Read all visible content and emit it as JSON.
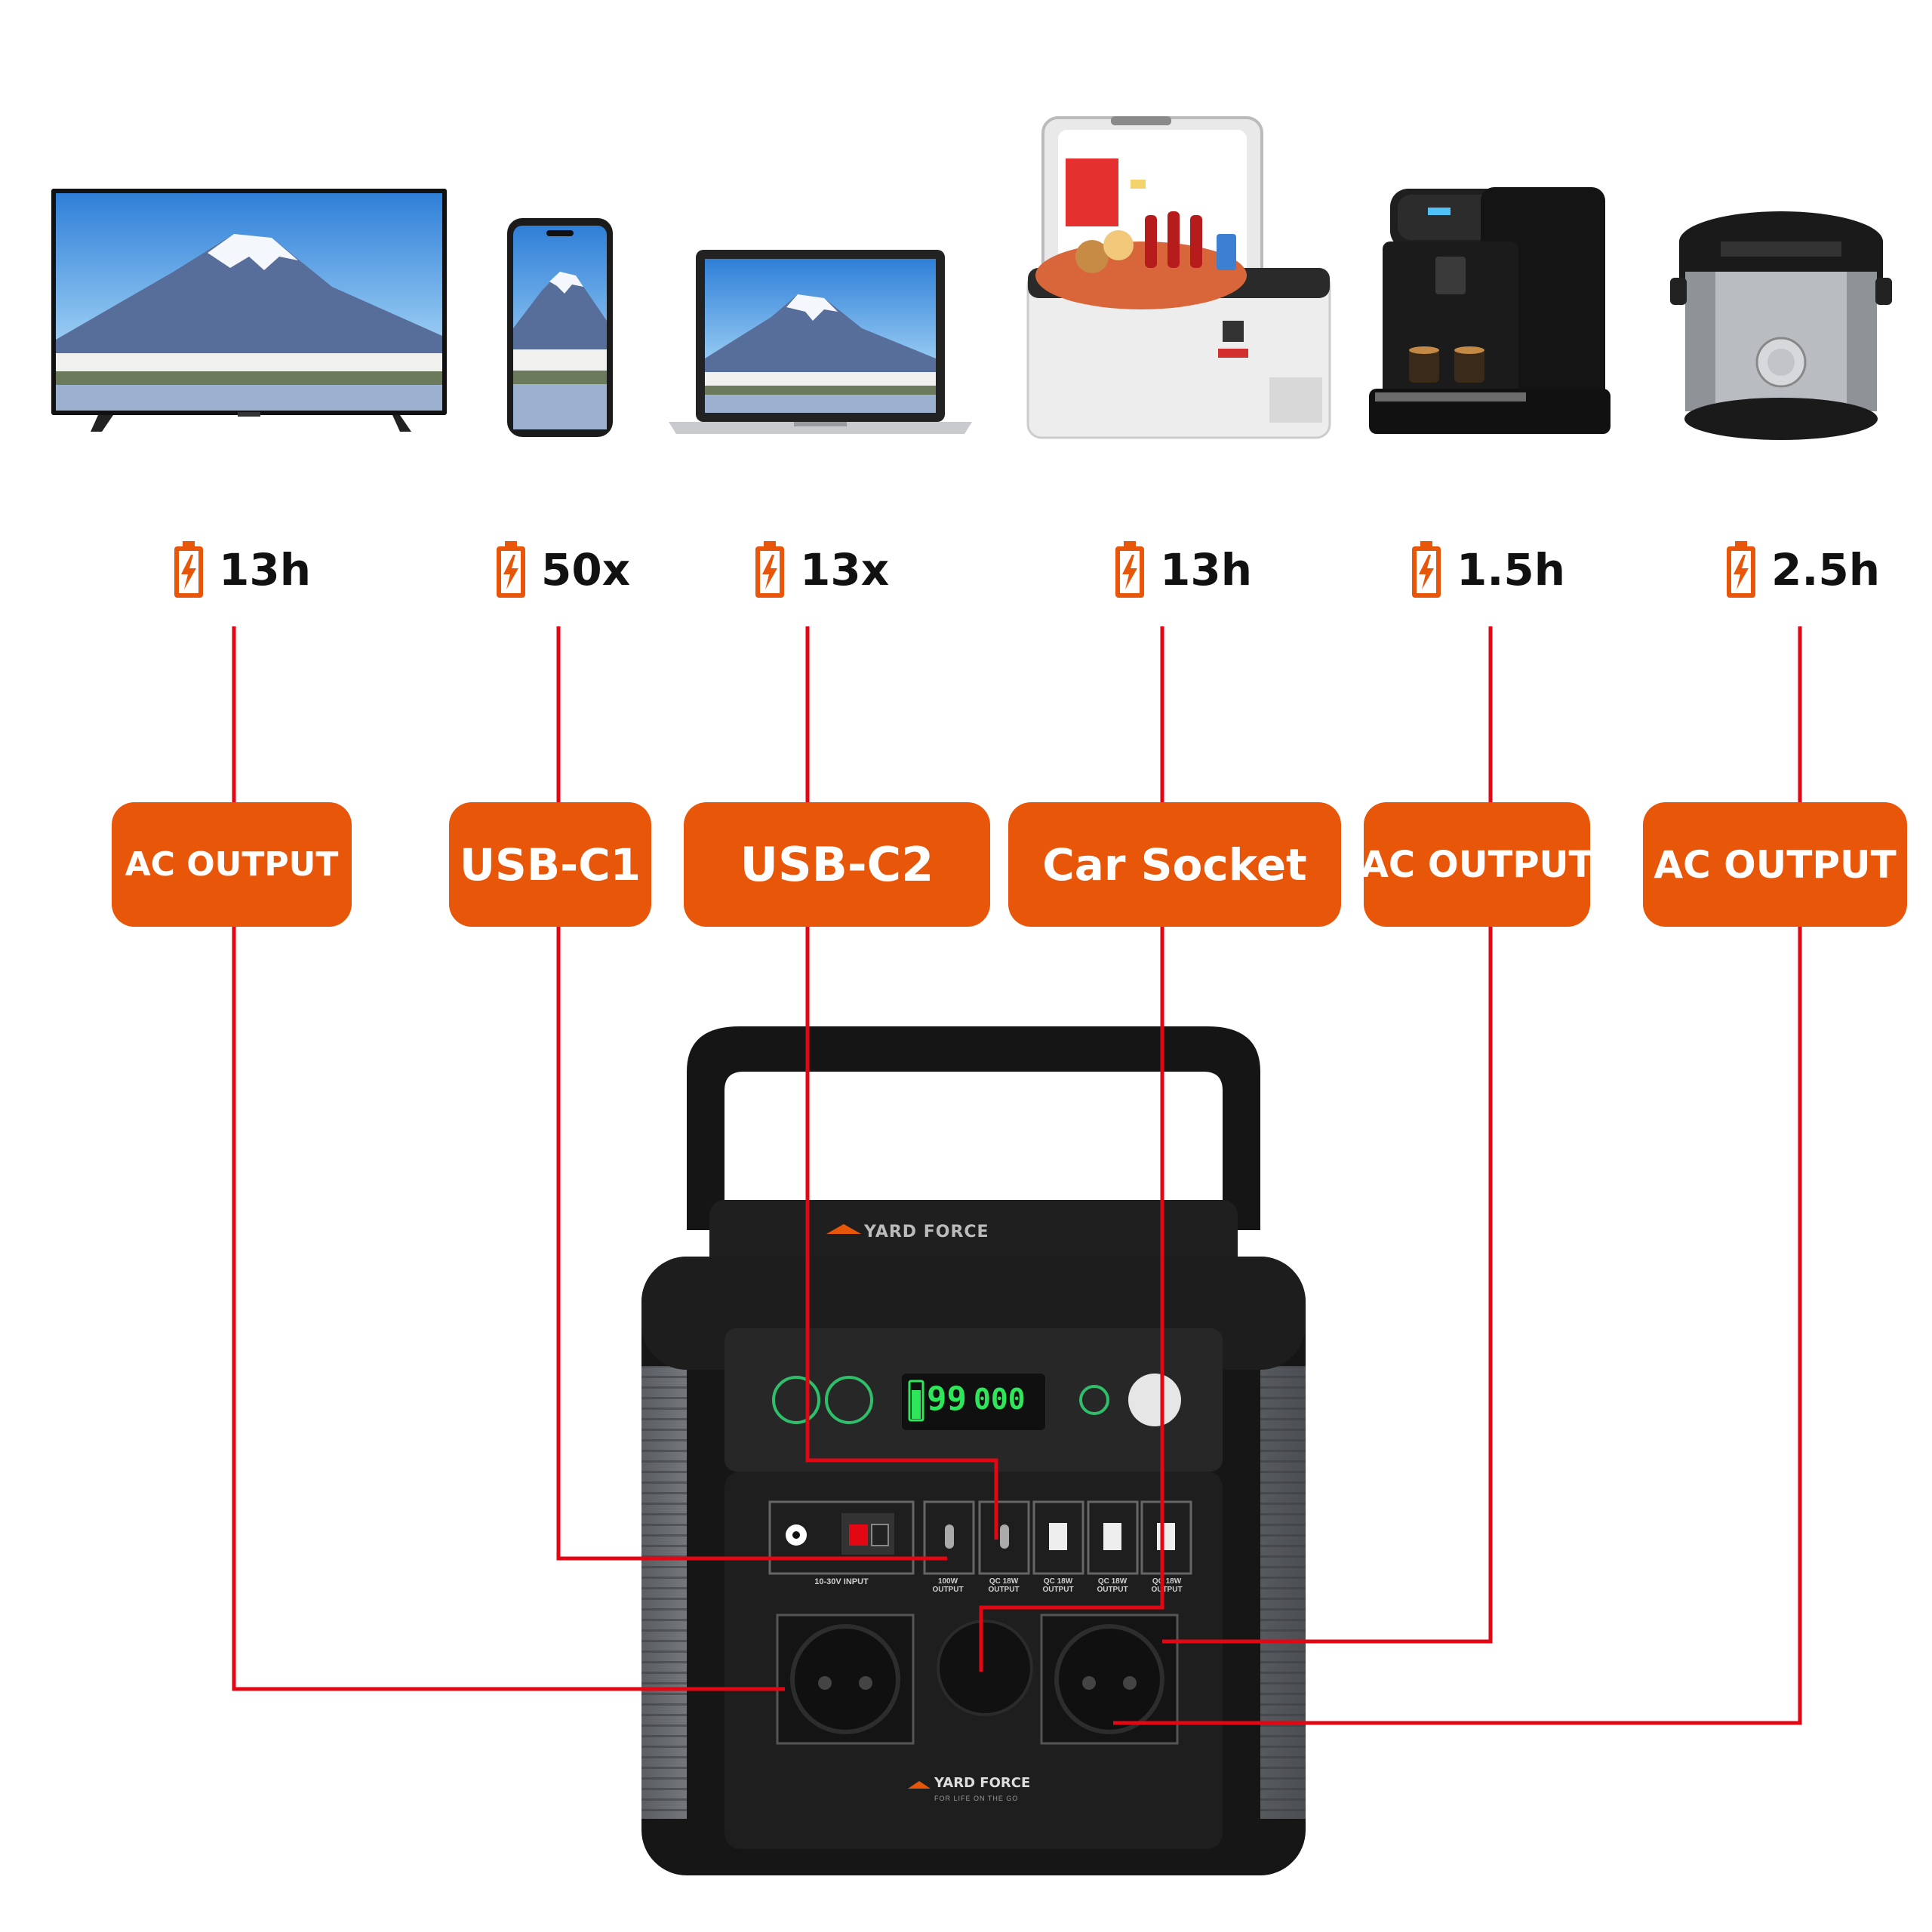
{
  "devices": [
    {
      "name": "tv",
      "runtime": "13h",
      "port": "AC OUTPUT"
    },
    {
      "name": "smartphone",
      "runtime": "50x",
      "port": "USB-C1"
    },
    {
      "name": "laptop",
      "runtime": "13x",
      "port": "USB-C2"
    },
    {
      "name": "car-fridge",
      "runtime": "13h",
      "port": "Car Socket"
    },
    {
      "name": "coffee-machine",
      "runtime": "1.5h",
      "port": "AC OUTPUT"
    },
    {
      "name": "rice-cooker",
      "runtime": "2.5h",
      "port": "AC OUTPUT"
    }
  ],
  "station": {
    "brand_top": "YARD FORCE",
    "brand_bottom": "YARD FORCE",
    "tagline": "FOR LIFE ON THE GO",
    "display_battery": "99",
    "display_watts": "000",
    "port_labels": [
      "10-30V INPUT",
      "100W OUTPUT",
      "QC 18W OUTPUT",
      "QC 18W OUTPUT",
      "QC 18W OUTPUT",
      "QC 18W OUTPUT"
    ]
  },
  "colors": {
    "accent": "#E8560A",
    "wire": "#E30613",
    "body": "#1c1c1c",
    "panel": "#262626",
    "screen": "#2ee65a"
  }
}
